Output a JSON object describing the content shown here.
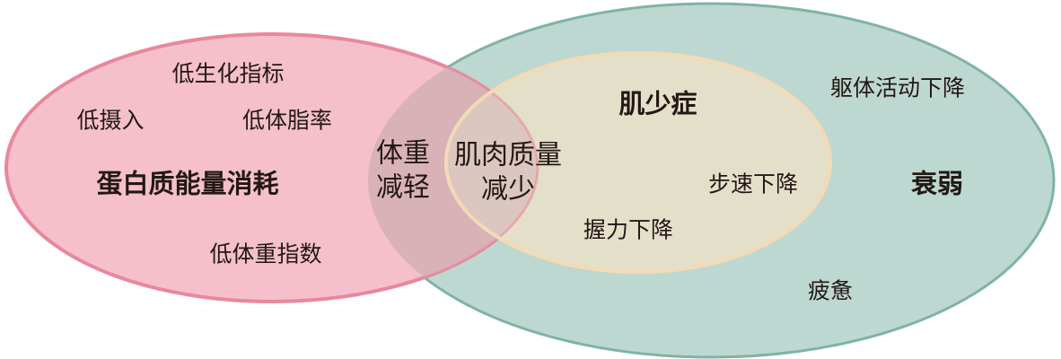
{
  "diagram": {
    "circles": {
      "malnutrition": {
        "title": "蛋白质能量消耗",
        "fill": "#f5c0cb",
        "stroke": "#e8889c",
        "items": [
          "低生化指标",
          "低摄入",
          "低体脂率",
          "低体重指数"
        ]
      },
      "frailty": {
        "title": "衰弱",
        "fill": "#bdd8d1",
        "stroke": "#7fb3a6",
        "items": [
          "躯体活动下降",
          "疲惫"
        ]
      },
      "sarcopenia": {
        "title": "肌少症",
        "fill": "#e4dfc9",
        "stroke": "#f3dab6",
        "items": [
          "步速下降",
          "握力下降"
        ]
      }
    },
    "overlaps": {
      "weight_loss_line1": "体重",
      "weight_loss_line2": "减轻",
      "muscle_loss_line1": "肌肉质量",
      "muscle_loss_line2": "减少"
    },
    "overlap_fills": {
      "malnutrition_frailty": "#d8b2b6",
      "triple": "#dcc6c0"
    }
  }
}
